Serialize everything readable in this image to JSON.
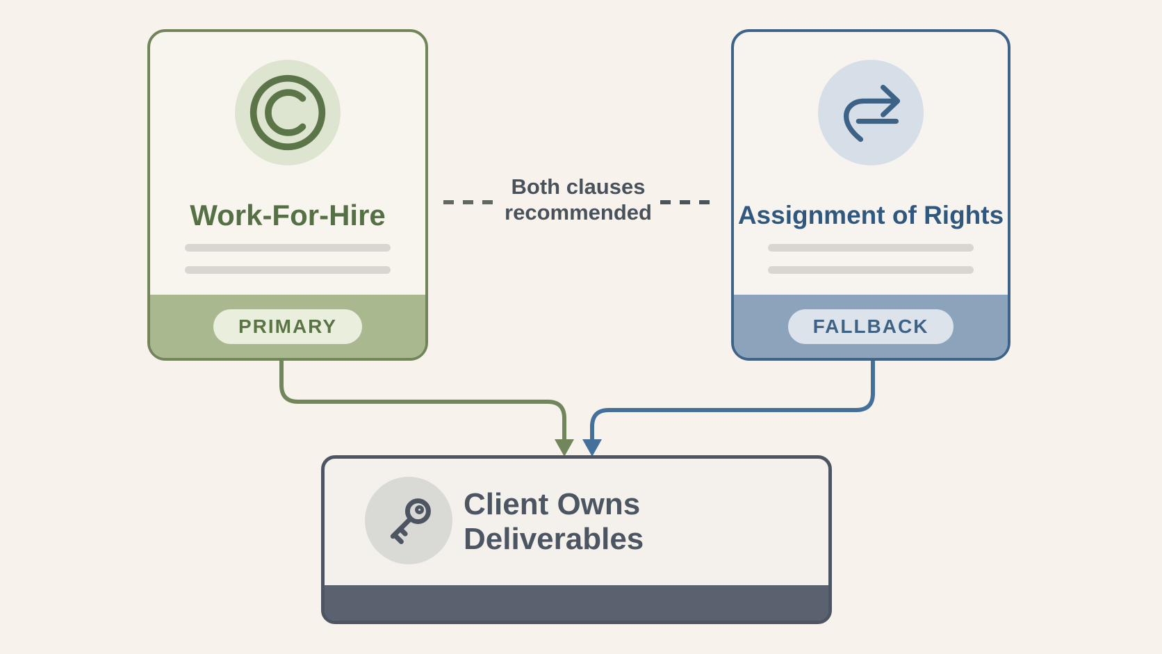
{
  "diagram": {
    "background_color": "#f7f3ec",
    "primary_card": {
      "title": "Work-For-Hire",
      "badge": "PRIMARY",
      "icon": "copyright-icon",
      "border_color": "#72855a",
      "footer_color": "#aab890",
      "icon_circle_color": "#dde4d0",
      "title_color": "#567045",
      "badge_bg": "#e9eedd",
      "badge_text_color": "#5b7446",
      "connector_color": "#71865a"
    },
    "fallback_card": {
      "title": "Assignment of Rights",
      "badge": "FALLBACK",
      "icon": "transfer-arrow-icon",
      "border_color": "#3e6387",
      "footer_color": "#8ba4bc",
      "icon_circle_color": "#d6dee8",
      "title_color": "#30587e",
      "badge_bg": "#dce3ea",
      "badge_text_color": "#3e6285",
      "connector_color": "#44709a"
    },
    "note": {
      "line1": "Both clauses",
      "line2": "recommended",
      "text_color": "#49525a"
    },
    "result_card": {
      "title": "Client Owns Deliverables",
      "icon": "key-icon",
      "border_color": "#4c5561",
      "footer_color": "#59626e",
      "icon_circle_color": "#d9d9d6",
      "title_color": "#4c5562"
    }
  }
}
